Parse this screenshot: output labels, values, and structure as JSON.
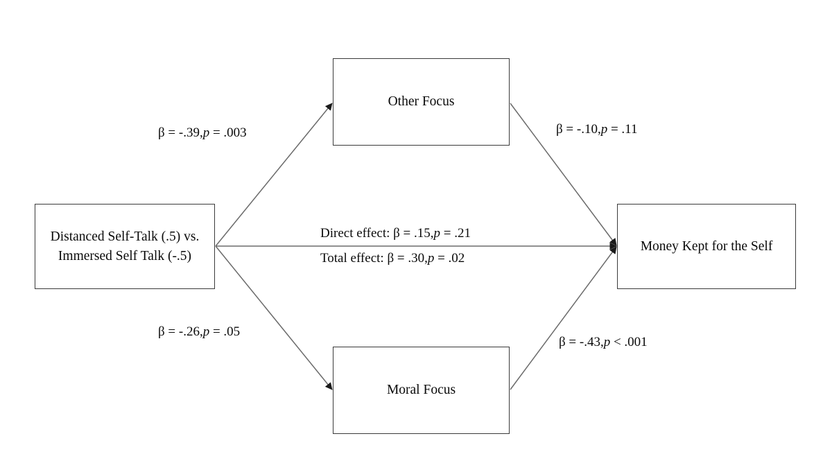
{
  "diagram": {
    "type": "mediation-path-model",
    "background_color": "#ffffff",
    "box_border_color": "#3a3a3a",
    "line_color": "#6b6b6b",
    "text_color": "#0a0a0a",
    "nodes": [
      {
        "id": "predictor",
        "label": "Distanced Self-Talk (.5) vs.\nImmersed Self Talk (-.5)",
        "role": "independent-variable"
      },
      {
        "id": "other_focus",
        "label": "Other Focus",
        "role": "mediator"
      },
      {
        "id": "moral_focus",
        "label": "Moral Focus",
        "role": "mediator"
      },
      {
        "id": "outcome",
        "label": "Money Kept for the Self",
        "role": "dependent-variable"
      }
    ],
    "paths": [
      {
        "id": "a1",
        "from": "predictor",
        "to": "other_focus",
        "beta_symbol": "β",
        "beta_text": "β = -.39,",
        "p_italic": "p",
        "p_text": " = .003",
        "full_text": "β = -.39, p = .003",
        "beta": -0.39,
        "p": 0.003
      },
      {
        "id": "b1",
        "from": "other_focus",
        "to": "outcome",
        "beta_symbol": "β",
        "beta_text": "β = -.10,",
        "p_italic": "p",
        "p_text": " = .11",
        "full_text": "β = -.10, p = .11",
        "beta": -0.1,
        "p": 0.11
      },
      {
        "id": "a2",
        "from": "predictor",
        "to": "moral_focus",
        "beta_symbol": "β",
        "beta_text": "β = -.26,",
        "p_italic": "p",
        "p_text": " = .05",
        "full_text": "β = -.26, p = .05",
        "beta": -0.26,
        "p": 0.05
      },
      {
        "id": "b2",
        "from": "moral_focus",
        "to": "outcome",
        "beta_symbol": "β",
        "beta_text": "β = -.43,",
        "p_italic": "p",
        "p_text": " < .001",
        "full_text": "β = -.43, p < .001",
        "beta": -0.43,
        "p": 0.001
      },
      {
        "id": "direct",
        "from": "predictor",
        "to": "outcome",
        "prefix": "Direct effect: ",
        "beta_text": "Direct effect: β = .15,",
        "p_italic": "p",
        "p_text": " = .21",
        "full_text": "Direct effect: β = .15, p = .21",
        "beta": 0.15,
        "p": 0.21
      },
      {
        "id": "total",
        "from": "predictor",
        "to": "outcome",
        "prefix": "Total effect: ",
        "beta_text": "Total effect: β = .30,",
        "p_italic": "p",
        "p_text": " = .02",
        "full_text": "Total effect: β = .30, p = .02",
        "beta": 0.3,
        "p": 0.02
      }
    ]
  }
}
